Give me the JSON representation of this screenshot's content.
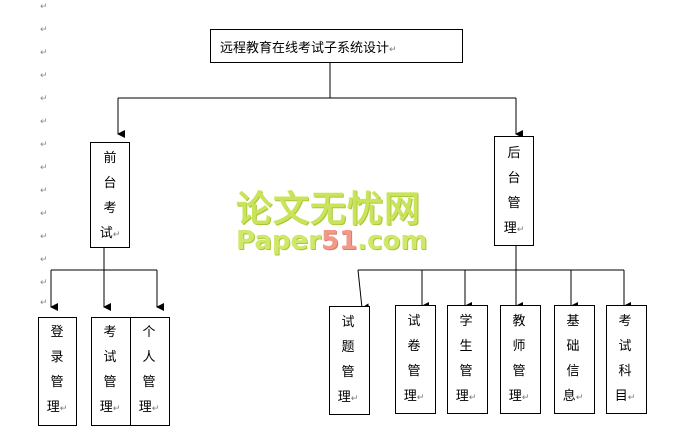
{
  "para_mark": "↵",
  "root": {
    "label": "远程教育在线考试子系统设计"
  },
  "front": {
    "label": [
      "前",
      "台",
      "考",
      "试"
    ],
    "children": [
      {
        "label": [
          "登",
          "录",
          "管",
          "理"
        ]
      },
      {
        "label": [
          "考",
          "试",
          "管",
          "理"
        ]
      },
      {
        "label": [
          "个",
          "人",
          "管",
          "理"
        ]
      }
    ]
  },
  "back": {
    "label": [
      "后",
      "台",
      "管",
      "理"
    ],
    "children": [
      {
        "label": [
          "试",
          "题",
          "管",
          "理"
        ]
      },
      {
        "label": [
          "试",
          "卷",
          "管",
          "理"
        ]
      },
      {
        "label": [
          "学",
          "生",
          "管",
          "理"
        ]
      },
      {
        "label": [
          "教",
          "师",
          "管",
          "理"
        ]
      },
      {
        "label": [
          "基",
          "础",
          "信",
          "息"
        ]
      },
      {
        "label": [
          "考",
          "试",
          "科",
          "目"
        ]
      }
    ]
  },
  "watermark": {
    "line1": "论文无忧网",
    "line2_a": "Paper",
    "line2_b": "51",
    "line2_c": ".com"
  }
}
